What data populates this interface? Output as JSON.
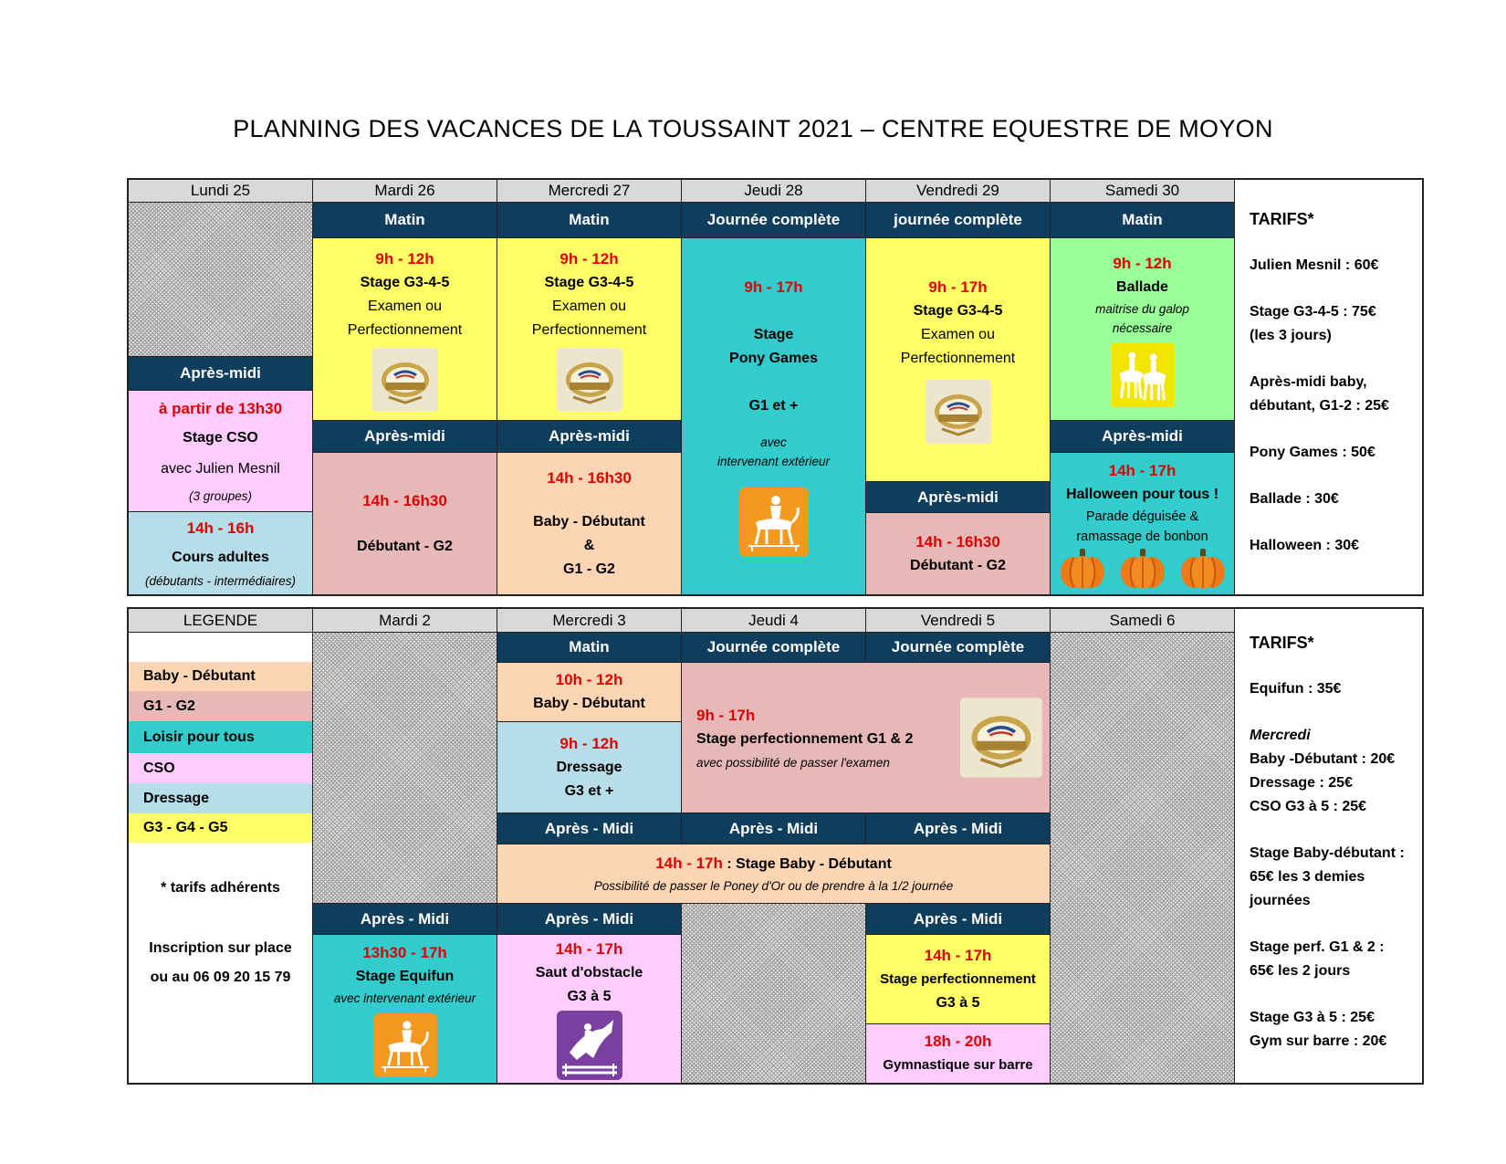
{
  "title": "PLANNING DES VACANCES DE LA TOUSSAINT 2021 – CENTRE EQUESTRE DE MOYON",
  "week1": {
    "days": [
      "Lundi 25",
      "Mardi 26",
      "Mercredi 27",
      "Jeudi 28",
      "Vendredi 29",
      "Samedi 30"
    ],
    "lundi": {
      "apm_header": "Après-midi",
      "cso_time": "à partir de 13h30",
      "cso_title": "Stage CSO",
      "cso_with": "avec Julien Mesnil",
      "cso_groups": "(3 groupes)",
      "adult_time": "14h - 16h",
      "adult_title": "Cours adultes",
      "adult_note": "(débutants - intermédiaires)"
    },
    "mardi": {
      "am_header": "Matin",
      "am_time": "9h - 12h",
      "am_title": "Stage G3-4-5",
      "am_line1": "Examen ou",
      "am_line2": "Perfectionnement",
      "pm_header": "Après-midi",
      "pm_time": "14h - 16h30",
      "pm_title": "Débutant - G2"
    },
    "mercredi": {
      "am_header": "Matin",
      "am_time": "9h - 12h",
      "am_title": "Stage G3-4-5",
      "am_line1": "Examen ou",
      "am_line2": "Perfectionnement",
      "pm_header": "Après-midi",
      "pm_time": "14h - 16h30",
      "pm_line1": "Baby - Débutant",
      "pm_line2": "&",
      "pm_line3": "G1 - G2"
    },
    "jeudi": {
      "header": "Journée complète",
      "time": "9h - 17h",
      "line1": "Stage",
      "line2": "Pony Games",
      "line3": "G1 et +",
      "note1": "avec",
      "note2": "intervenant extérieur"
    },
    "vendredi": {
      "header": "journée complète",
      "time": "9h - 17h",
      "title": "Stage G3-4-5",
      "line1": "Examen ou",
      "line2": "Perfectionnement",
      "pm_header": "Après-midi",
      "pm_time": "14h - 16h30",
      "pm_title": "Débutant - G2"
    },
    "samedi": {
      "am_header": "Matin",
      "am_time": "9h - 12h",
      "am_title": "Ballade",
      "am_note1": "maitrise du galop",
      "am_note2": "nécessaire",
      "pm_header": "Après-midi",
      "pm_time": "14h - 17h",
      "pm_title": "Halloween pour tous !",
      "pm_line1": "Parade déguisée &",
      "pm_line2": "ramassage de bonbon"
    },
    "tarifs": {
      "title": "TARIFS*",
      "l1": "Julien Mesnil : 60€",
      "l2": "Stage G3-4-5 : 75€",
      "l3": "(les 3 jours)",
      "l4": "Après-midi baby,",
      "l5": "débutant, G1-2 : 25€",
      "l6": "Pony Games : 50€",
      "l7": "Ballade : 30€",
      "l8": "Halloween : 30€"
    }
  },
  "week2": {
    "days": [
      "LEGENDE",
      "Mardi 2",
      "Mercredi 3",
      "Jeudi 4",
      "Vendredi 5",
      "Samedi 6"
    ],
    "legend": {
      "items": [
        "Baby - Débutant",
        "G1 - G2",
        "Loisir pour tous",
        "CSO",
        "Dressage",
        "G3 - G4  - G5"
      ],
      "note": "* tarifs adhérents",
      "contact1": "Inscription sur place",
      "contact2": "ou au 06 09 20 15 79"
    },
    "mercredi": {
      "am_header": "Matin",
      "baby_time": "10h - 12h",
      "baby_title": "Baby - Débutant",
      "dress_time": "9h - 12h",
      "dress_title": "Dressage",
      "dress_level": "G3 et +"
    },
    "jeudi": {
      "header": "Journée complète"
    },
    "vendredi": {
      "header": "Journée complète"
    },
    "perf": {
      "time": "9h - 17h",
      "title": "Stage perfectionnement G1 & 2",
      "note": "avec possibilité de passer l'examen"
    },
    "pm_headers": [
      "Après - Midi",
      "Après - Midi",
      "Après - Midi"
    ],
    "baby_stage": {
      "time": "14h - 17h",
      "title": " : Stage Baby - Débutant",
      "note": "Possibilité de passer le Poney d'Or ou de prendre à la 1/2 journée"
    },
    "mardi": {
      "pm_header": "Après - Midi",
      "time": "13h30 - 17h",
      "title": "Stage Equifun",
      "note": "avec intervenant extérieur"
    },
    "mercredi_pm": {
      "pm_header": "Après - Midi",
      "time": "14h - 17h",
      "title": "Saut d'obstacle",
      "level": "G3 à 5"
    },
    "vendredi_pm": {
      "pm_header": "Après - Midi",
      "time": "14h - 17h",
      "title": "Stage perfectionnement",
      "level": "G3 à 5",
      "eve_time": "18h - 20h",
      "eve_title": "Gymnastique sur barre"
    },
    "tarifs": {
      "title": "TARIFS*",
      "l1": "Equifun : 35€",
      "l2": "Mercredi",
      "l3": "Baby -Débutant : 20€",
      "l4": "Dressage : 25€",
      "l5": "CSO G3 à 5 : 25€",
      "l6": "Stage Baby-débutant :",
      "l7": "65€ les 3 demies",
      "l8": "journées",
      "l9": "Stage perf. G1 & 2 :",
      "l10": "65€ les 2 jours",
      "l11": "Stage G3 à 5 : 25€",
      "l12": "Gym sur barre : 20€"
    }
  },
  "colors": {
    "header": "#0f3d5c",
    "yellow": "#ffff66",
    "teal": "#33cccc",
    "green": "#99ff99",
    "pink": "#ffccff",
    "blue": "#b7dde8",
    "peach": "#fcd5b4",
    "rose": "#e6b8b7",
    "time_red": "#e00000"
  },
  "icons": [
    "sport-loisir-logo",
    "horse-riders-icon",
    "vaulting-horse-icon",
    "pumpkin-icon",
    "show-jumping-icon"
  ]
}
